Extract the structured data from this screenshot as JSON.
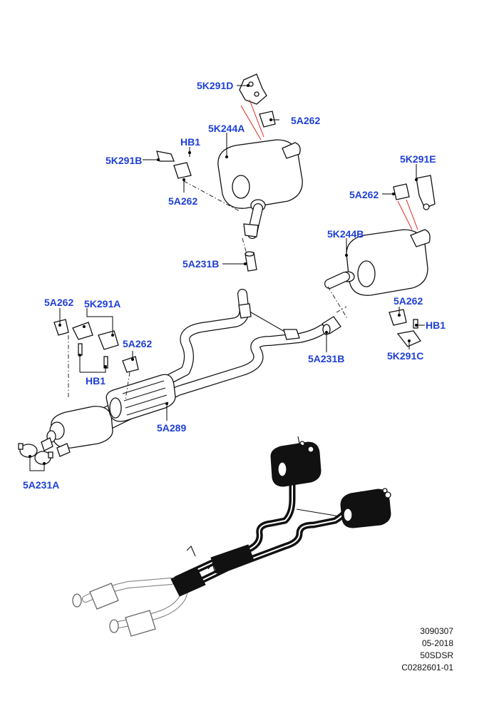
{
  "labels": {
    "bracket_front_right_upper": "5K291D",
    "insulator_right_1": "5A262",
    "muffler_right": "5K244A",
    "hanger_bolt_upper": "HB1",
    "bracket_right_b": "5K291B",
    "insulator_right_2": "5A262",
    "bracket_left_e": "5K291E",
    "insulator_left_1": "5A262",
    "muffler_left": "5K244B",
    "clamp_right": "5A231B",
    "insulator_left_2": "5A262",
    "hanger_bolt_left": "HB1",
    "bracket_left_c": "5K291C",
    "clamp_left": "5A231B",
    "insulator_front_1": "5A262",
    "bracket_front_a": "5K291A",
    "insulator_front_2": "5A262",
    "hanger_bolt_front": "HB1",
    "center_pipe": "5A289",
    "clamp_front": "5A231A"
  },
  "footer": {
    "ref_number": "3090307",
    "date": "05-2018",
    "model_code": "50SDSR",
    "illustration_id": "C0282601-01"
  },
  "colors": {
    "label": "#1f3fd6",
    "leader": "#000000",
    "guide_line": "#e0261f"
  }
}
